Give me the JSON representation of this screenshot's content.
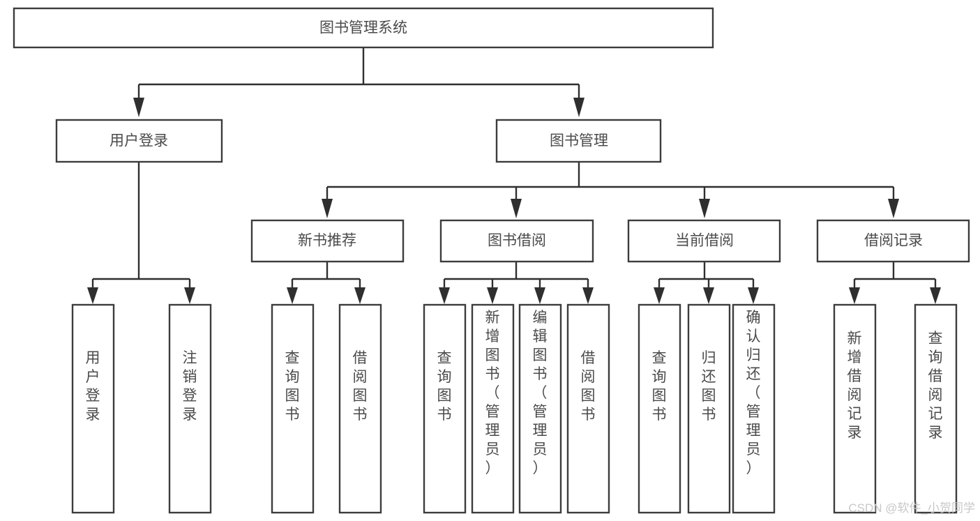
{
  "diagram": {
    "title": "图书管理系统",
    "orientation": "top-down-tree",
    "stroke_color": "#3c3c3c",
    "text_color": "#4a4a4a",
    "background_color": "#ffffff"
  },
  "nodes": {
    "root": {
      "label": "图书管理系统",
      "level": 0
    },
    "level1": [
      {
        "id": "user-login",
        "label": "用户登录"
      },
      {
        "id": "book-management",
        "label": "图书管理"
      }
    ],
    "level2": [
      {
        "id": "new-book-recommend",
        "label": "新书推荐"
      },
      {
        "id": "book-borrow",
        "label": "图书借阅"
      },
      {
        "id": "current-borrow",
        "label": "当前借阅"
      },
      {
        "id": "borrow-record",
        "label": "借阅记录"
      }
    ],
    "leaves": {
      "user-login": [
        {
          "id": "leaf-user-login",
          "label": "用户登录"
        },
        {
          "id": "leaf-logout-login",
          "label": "注销登录"
        }
      ],
      "new-book-recommend": [
        {
          "id": "leaf-query-book-1",
          "label": "查询图书"
        },
        {
          "id": "leaf-borrow-book-1",
          "label": "借阅图书"
        }
      ],
      "book-borrow": [
        {
          "id": "leaf-query-book-2",
          "label": "查询图书"
        },
        {
          "id": "leaf-add-book",
          "label": "新增图书（管理员）"
        },
        {
          "id": "leaf-edit-book",
          "label": "编辑图书（管理员）"
        },
        {
          "id": "leaf-borrow-book-2",
          "label": "借阅图书"
        }
      ],
      "current-borrow": [
        {
          "id": "leaf-query-book-3",
          "label": "查询图书"
        },
        {
          "id": "leaf-return-book",
          "label": "归还图书"
        },
        {
          "id": "leaf-confirm-return",
          "label": "确认归还（管理员）"
        }
      ],
      "borrow-record": [
        {
          "id": "leaf-add-record",
          "label": "新增借阅记录"
        },
        {
          "id": "leaf-query-record",
          "label": "查询借阅记录"
        }
      ]
    }
  },
  "watermark": {
    "text": "CSDN @软件_小贺同学"
  }
}
